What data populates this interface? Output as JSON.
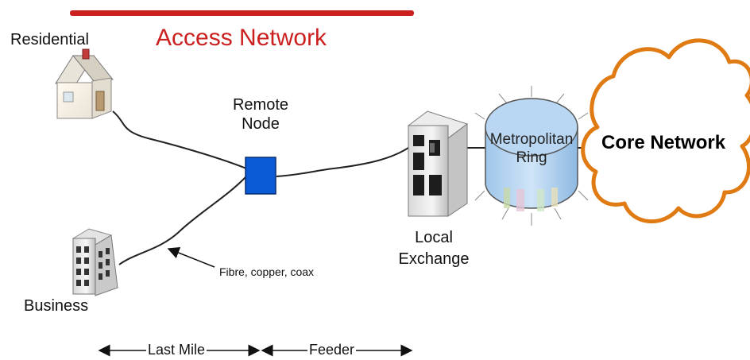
{
  "title": "Access Network",
  "nodes": {
    "residential": "Residential",
    "business": "Business",
    "remote_node": [
      "Remote",
      "Node"
    ],
    "local_exchange": [
      "Local",
      "Exchange"
    ],
    "metro_ring": [
      "Metropolitan",
      "Ring"
    ],
    "core_network": "Core Network"
  },
  "annotation": "Fibre, copper, coax",
  "dimensions": {
    "last_mile": "Last Mile",
    "feeder": "Feeder"
  },
  "colors": {
    "title": "#cc2020",
    "remote_node": "#0a5ad6",
    "cloud_stroke": "#e07a12",
    "ring_fill": "#b9d7f2"
  }
}
